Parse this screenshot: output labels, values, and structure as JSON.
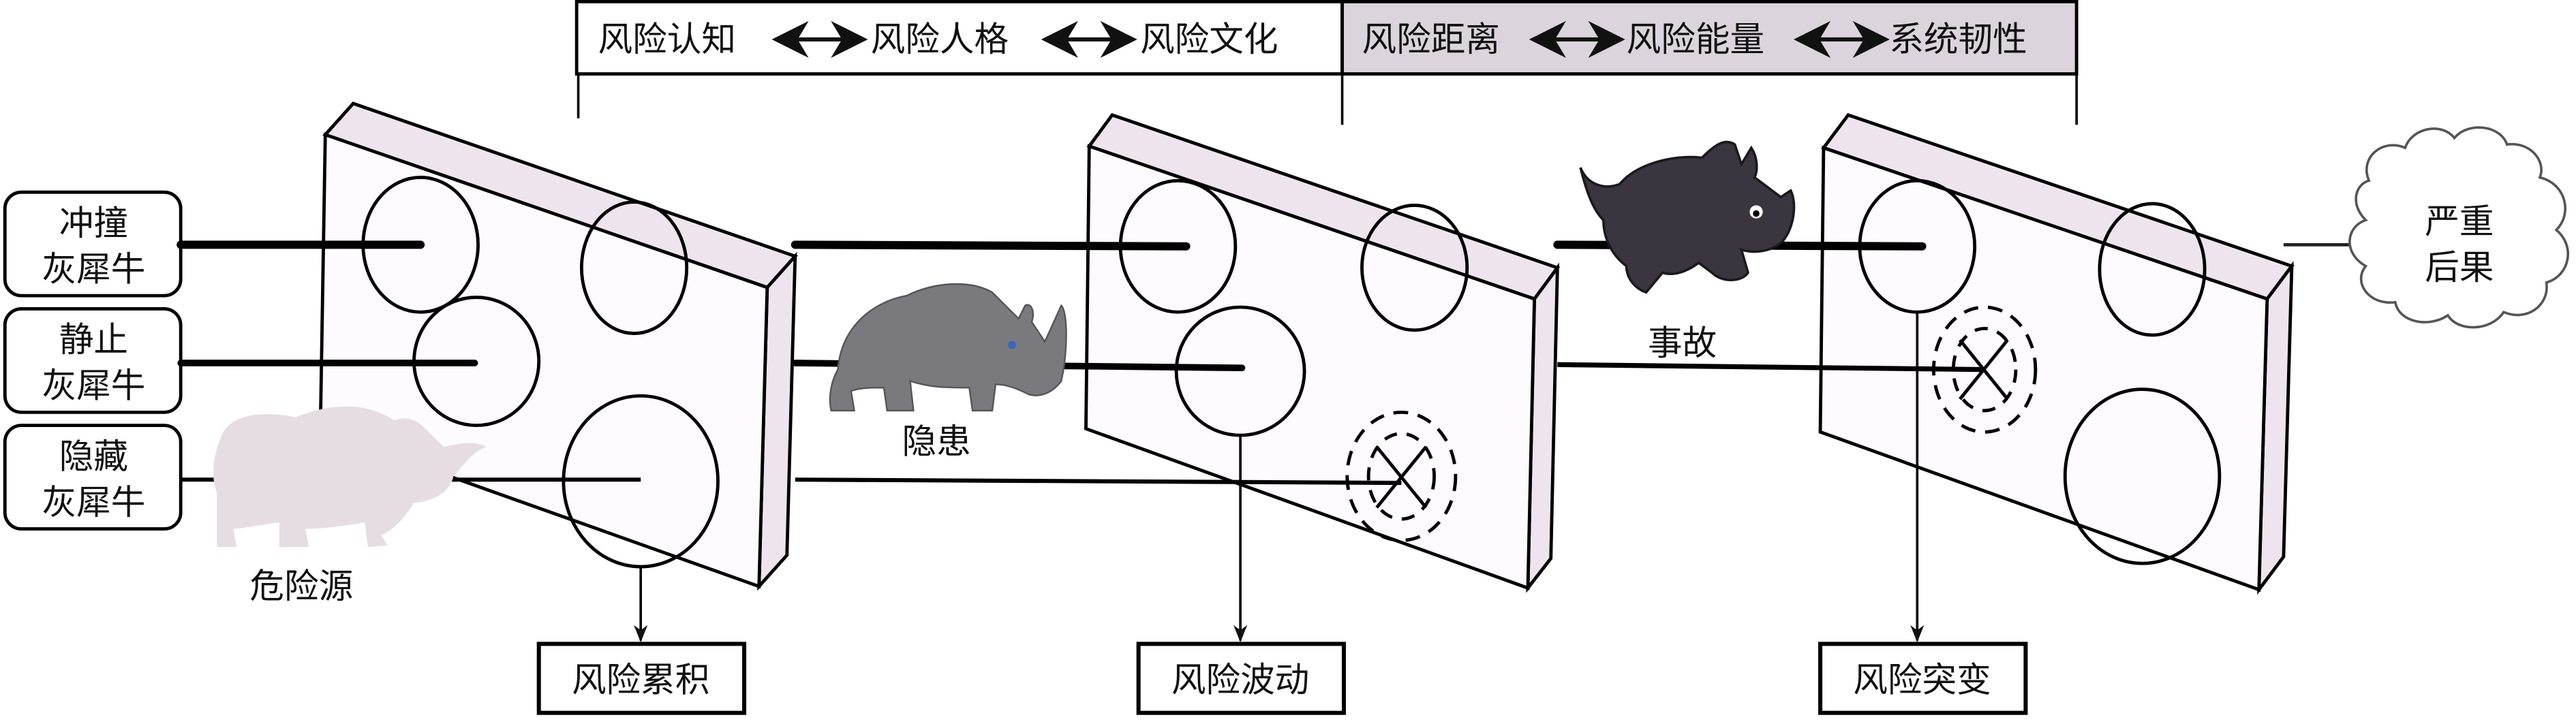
{
  "header": {
    "left_segment": {
      "items": [
        "风险认知",
        "风险人格",
        "风险文化"
      ],
      "connector": "double-arrow"
    },
    "right_segment": {
      "items": [
        "风险距离",
        "风险能量",
        "系统韧性"
      ],
      "connector": "double-arrow",
      "fill": "#dcd4dc"
    }
  },
  "inputs": [
    {
      "line1": "冲撞",
      "line2": "灰犀牛"
    },
    {
      "line1": "静止",
      "line2": "灰犀牛"
    },
    {
      "line1": "隐藏",
      "line2": "灰犀牛"
    }
  ],
  "rhinos": [
    {
      "label": "危险源",
      "style": "pale-silhouette",
      "color": "#e6dde3"
    },
    {
      "label": "隐患",
      "style": "gray-rhino",
      "color": "#7a7a7e"
    },
    {
      "label": "事故",
      "style": "dark-running-rhino",
      "color": "#3b3540"
    }
  ],
  "outputs": [
    {
      "label": "风险累积"
    },
    {
      "label": "风险波动"
    },
    {
      "label": "风险突变"
    }
  ],
  "result": {
    "line1": "严重",
    "line2": "后果"
  },
  "colors": {
    "panel_face": "#fdfbfd",
    "panel_edge": "#eee4ee",
    "stroke": "#000000",
    "cloud_stroke": "#555555"
  }
}
